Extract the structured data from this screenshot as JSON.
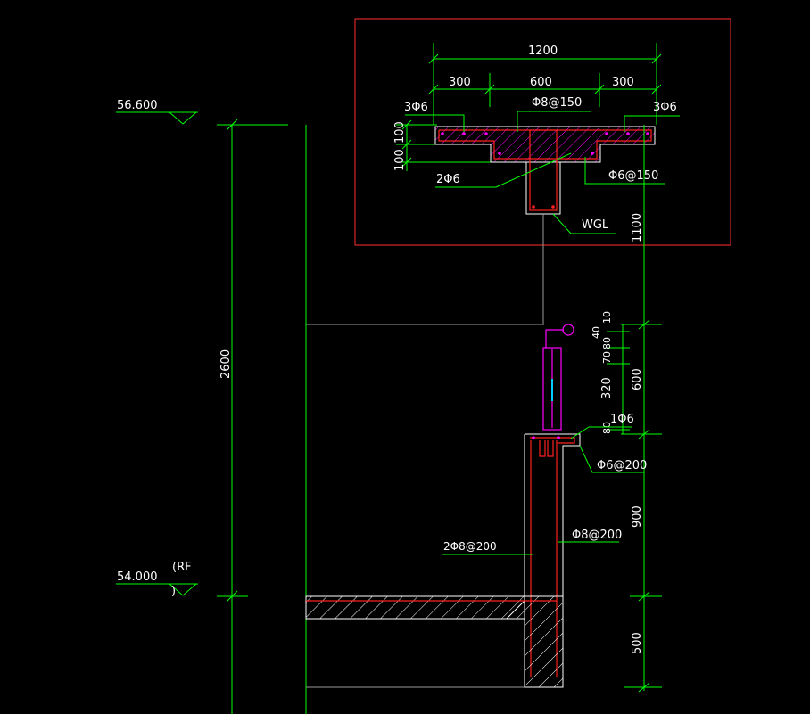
{
  "colors": {
    "background": "#000000",
    "dimension": "#00ff00",
    "outline": "#ffffff",
    "rebar": "#ff2020",
    "hatch": "#ff00ff",
    "frame": "#ff3030",
    "text": "#ffffff"
  },
  "levels": {
    "top": "56.600",
    "roof": "54.000",
    "roof_suffix_1": "(RF",
    "roof_suffix_2": ")"
  },
  "dimensions": {
    "total_height": "2600",
    "detail_1100": "1100",
    "d600": "600",
    "d900": "900",
    "d500": "500",
    "d40": "40",
    "d10": "10",
    "d80a": "80",
    "d70": "70",
    "d320": "320",
    "d80b": "80"
  },
  "detail": {
    "width_total": "1200",
    "w300_left": "300",
    "w600": "600",
    "w300_right": "300",
    "h100_top": "100",
    "h100_bottom": "100",
    "bars_top_left": "3Φ6",
    "bars_top_right": "3Φ6",
    "stirrup_top": "Φ8@150",
    "bars_bottom": "2Φ6",
    "stirrup_bottom": "Φ6@150",
    "beam_name": "WGL"
  },
  "parapet": {
    "bar_top": "1Φ6",
    "stirrup": "Φ6@200",
    "vertical_left": "2Φ8@200",
    "vertical_right": "Φ8@200"
  }
}
